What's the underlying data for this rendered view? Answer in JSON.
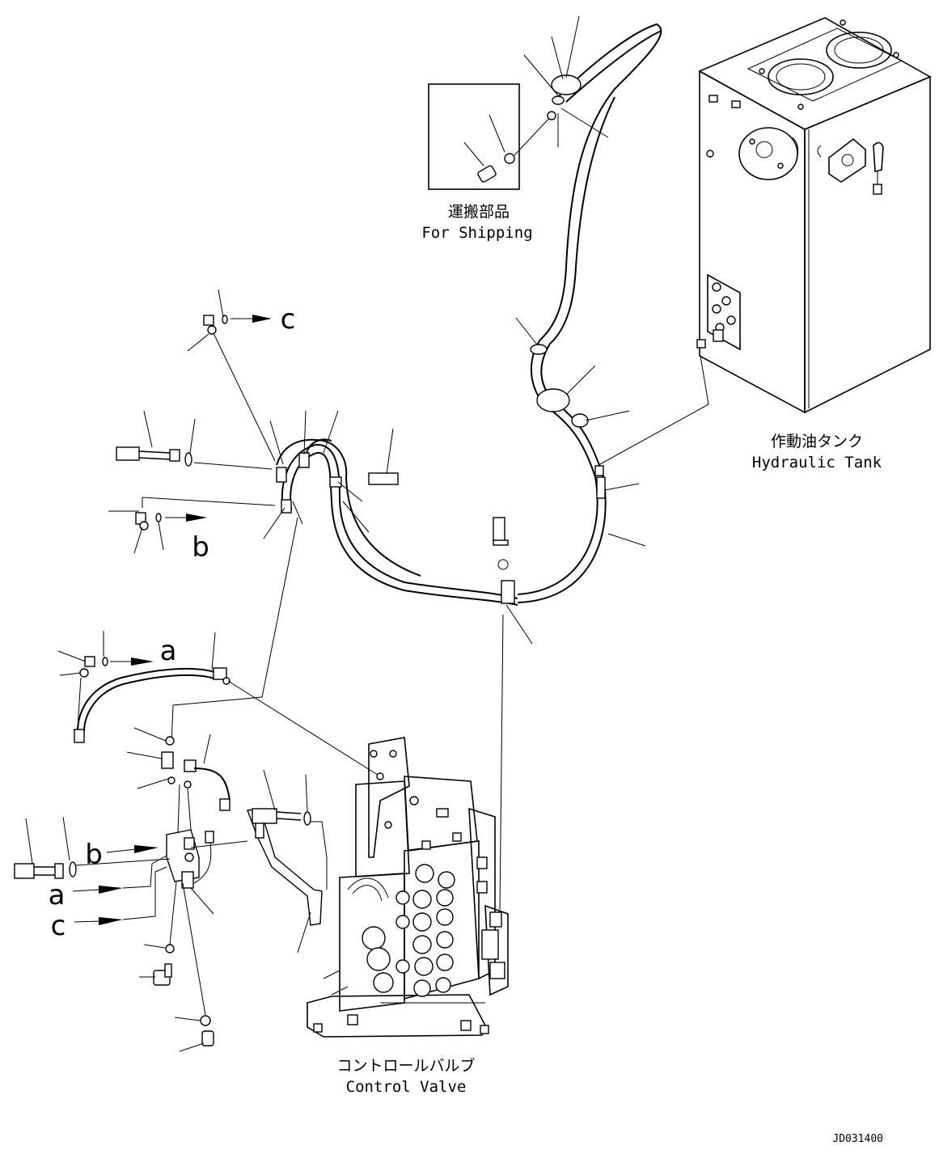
{
  "drawing_id": "JD031400",
  "shipping_box": {
    "label_jp": "運搬部品",
    "label_en": "For Shipping"
  },
  "hydraulic_tank": {
    "label_jp": "作動油タンク",
    "label_en": "Hydraulic Tank"
  },
  "control_valve": {
    "label_jp": "コントロールバルブ",
    "label_en": "Control Valve"
  },
  "refs": {
    "c_top": "c",
    "b_left": "b",
    "a_mid": "a",
    "b_block": "b",
    "a_block": "a",
    "c_block": "c"
  }
}
